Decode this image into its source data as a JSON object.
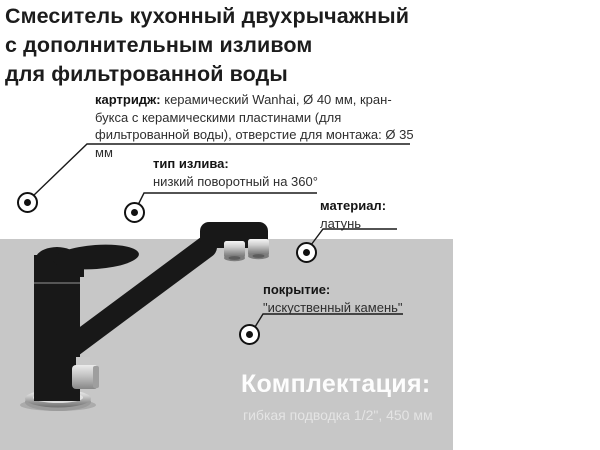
{
  "title": {
    "line1": "Смеситель кухонный двухрычажный",
    "line2": "с дополнительным изливом",
    "line3": "для фильтрованной воды"
  },
  "callouts": {
    "cartridge": {
      "label": "картридж:",
      "value": "керамический Wanhai, Ø 40 мм, кран-букса с керамическими пластинами (для фильтрованной воды), отверстие для монтажа: Ø 35 мм"
    },
    "spout_type": {
      "label": "тип излива:",
      "value": "низкий поворотный на 360°"
    },
    "material": {
      "label": "материал:",
      "value": "латунь"
    },
    "coating": {
      "label": "покрытие:",
      "value": "\"искуственный камень\""
    }
  },
  "package": {
    "heading": "Комплектация:",
    "item": "гибкая подводка 1/2\", 450 мм"
  },
  "colors": {
    "panel_gray": "#c7c7c7",
    "faucet_black": "#181818",
    "chrome_light": "#f5f5f5",
    "chrome_dark": "#707070",
    "title_text": "#1c1c1c",
    "body_text": "#2e2e2e",
    "callout_line": "#1a1a1a",
    "package_text": "#fdfdfd"
  }
}
